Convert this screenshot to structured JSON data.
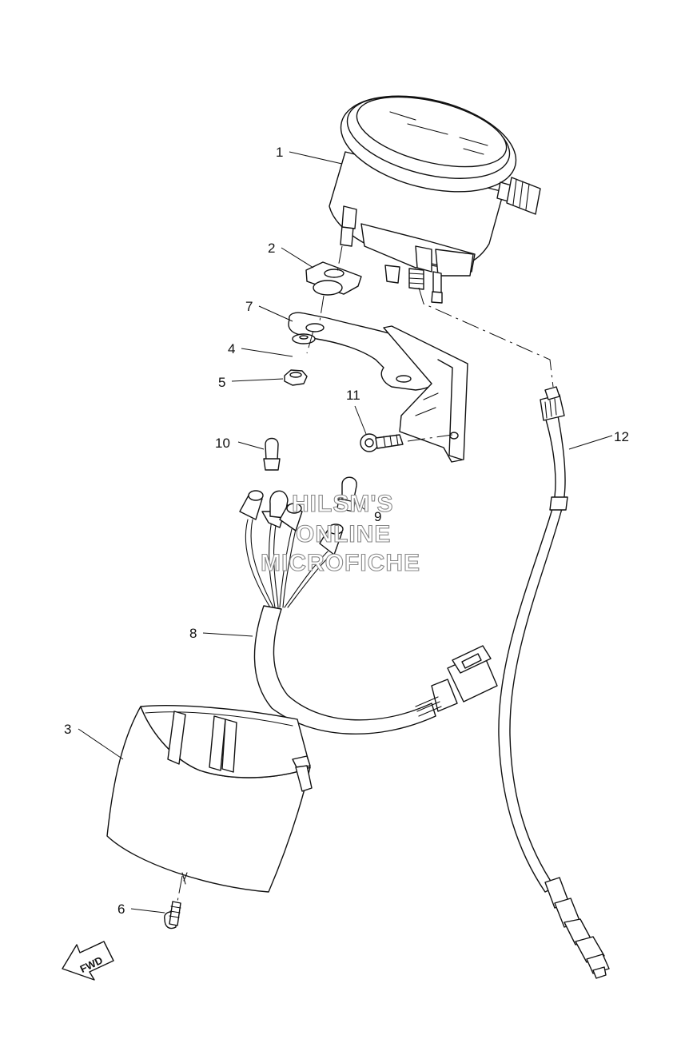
{
  "diagram": {
    "labels": [
      {
        "id": "1",
        "text": "1"
      },
      {
        "id": "2",
        "text": "2"
      },
      {
        "id": "3",
        "text": "3"
      },
      {
        "id": "4",
        "text": "4"
      },
      {
        "id": "5",
        "text": "5"
      },
      {
        "id": "6",
        "text": "6"
      },
      {
        "id": "7",
        "text": "7"
      },
      {
        "id": "8",
        "text": "8"
      },
      {
        "id": "9",
        "text": "9"
      },
      {
        "id": "10",
        "text": "10"
      },
      {
        "id": "11",
        "text": "11"
      },
      {
        "id": "12",
        "text": "12"
      }
    ],
    "watermark": [
      "HILSM'S",
      "ONLINE",
      "MICROFICHE"
    ],
    "direction_arrow": "FWD"
  }
}
